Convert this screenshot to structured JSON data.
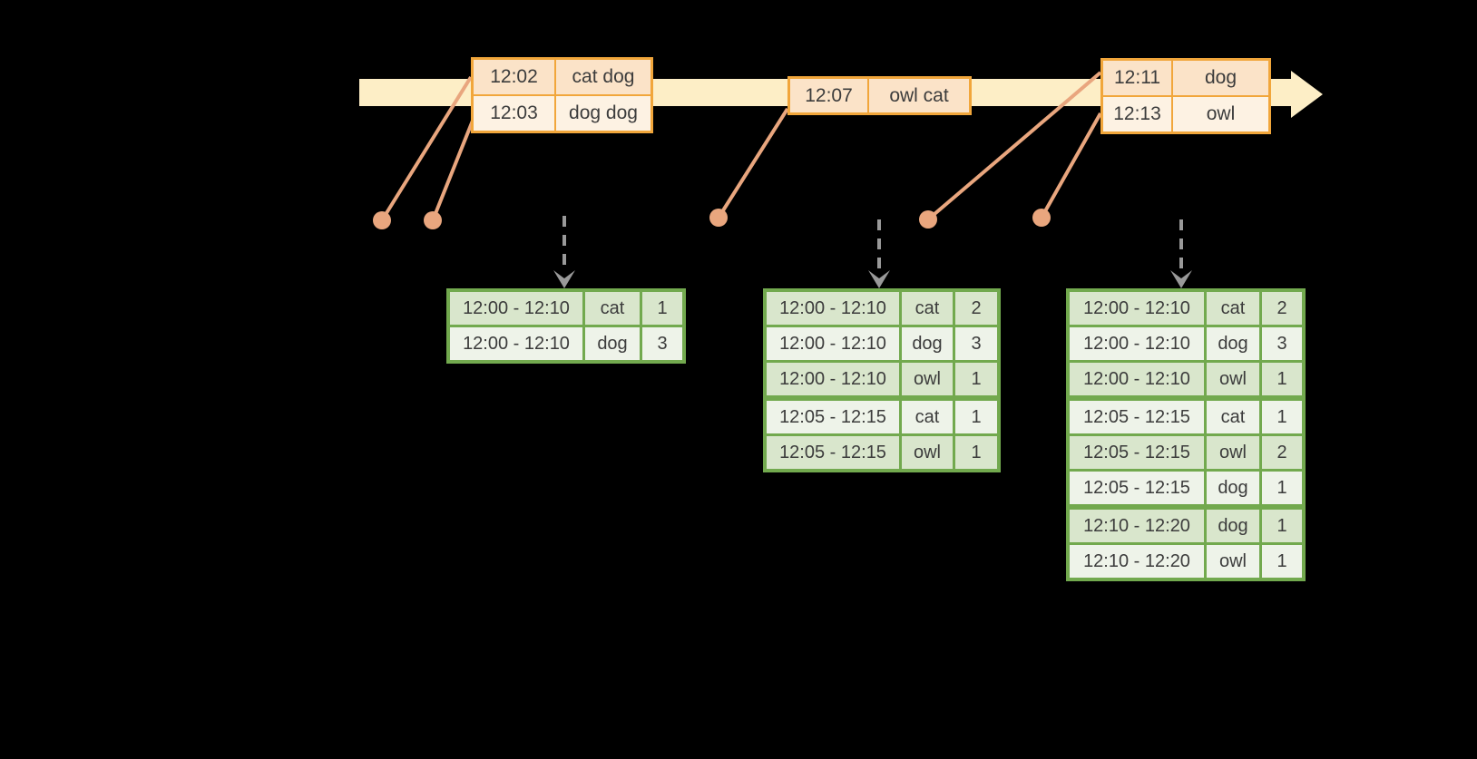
{
  "colors": {
    "background": "#000000",
    "timeline_band": "#fdeec6",
    "event_border": "#f1a63b",
    "event_row_fill": "#fbe3c8",
    "event_row_alt_fill": "#fdf2e3",
    "connector": "#e9a67e",
    "result_arrow": "#999999",
    "table_border": "#72a94e",
    "table_row_fill": "#d9e6cc",
    "table_row_alt_fill": "#eef3e9",
    "text": "#3c3c3c"
  },
  "icons": {
    "timeline_arrowhead": "right-arrow",
    "event_marker": "dot",
    "result_arrow": "down-arrow"
  },
  "timeline": {
    "events": [
      {
        "rows": [
          {
            "time": "12:02",
            "words": "cat dog"
          },
          {
            "time": "12:03",
            "words": "dog dog"
          }
        ]
      },
      {
        "rows": [
          {
            "time": "12:07",
            "words": "owl cat"
          }
        ]
      },
      {
        "rows": [
          {
            "time": "12:11",
            "words": "dog"
          },
          {
            "time": "12:13",
            "words": "owl"
          }
        ]
      }
    ]
  },
  "result_tables": [
    {
      "rows": [
        {
          "window": "12:00 - 12:10",
          "word": "cat",
          "count": "1"
        },
        {
          "window": "12:00 - 12:10",
          "word": "dog",
          "count": "3"
        }
      ]
    },
    {
      "rows": [
        {
          "window": "12:00 - 12:10",
          "word": "cat",
          "count": "2"
        },
        {
          "window": "12:00 - 12:10",
          "word": "dog",
          "count": "3"
        },
        {
          "window": "12:00 - 12:10",
          "word": "owl",
          "count": "1"
        },
        {
          "window": "12:05 - 12:15",
          "word": "cat",
          "count": "1"
        },
        {
          "window": "12:05 - 12:15",
          "word": "owl",
          "count": "1"
        }
      ]
    },
    {
      "rows": [
        {
          "window": "12:00 - 12:10",
          "word": "cat",
          "count": "2"
        },
        {
          "window": "12:00 - 12:10",
          "word": "dog",
          "count": "3"
        },
        {
          "window": "12:00 - 12:10",
          "word": "owl",
          "count": "1"
        },
        {
          "window": "12:05 - 12:15",
          "word": "cat",
          "count": "1"
        },
        {
          "window": "12:05 - 12:15",
          "word": "owl",
          "count": "2"
        },
        {
          "window": "12:05 - 12:15",
          "word": "dog",
          "count": "1"
        },
        {
          "window": "12:10 - 12:20",
          "word": "dog",
          "count": "1"
        },
        {
          "window": "12:10 - 12:20",
          "word": "owl",
          "count": "1"
        }
      ]
    }
  ]
}
